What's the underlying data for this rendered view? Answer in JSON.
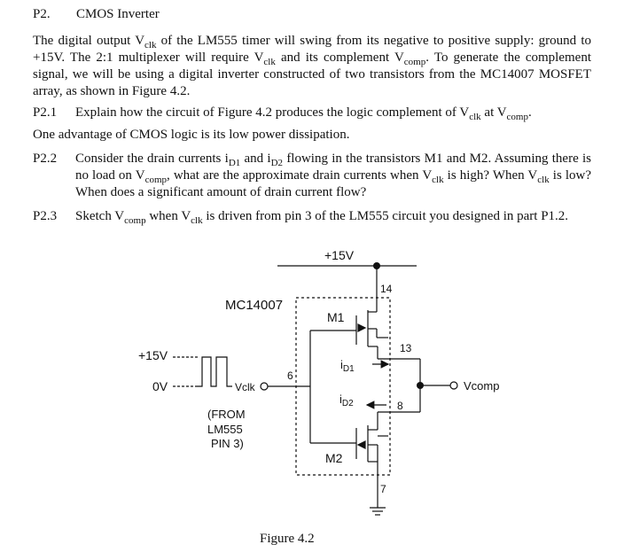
{
  "problem": {
    "number": "P2.",
    "title": "CMOS Inverter"
  },
  "intro": {
    "t1": "The digital output V",
    "s1": "clk",
    "t2": " of the LM555 timer will swing from its negative to positive supply: ground to +15V.  The 2:1 multiplexer will require V",
    "s2": "clk",
    "t3": " and its complement V",
    "s3": "comp",
    "t4": ".  To generate the complement signal, we will be using a digital inverter constructed of two transistors from the MC14007 MOSFET array, as shown in Figure 4.2."
  },
  "p21": {
    "number": "P2.1",
    "t1": "Explain how the circuit of Figure 4.2 produces the logic complement of V",
    "s1": "clk",
    "t2": " at V",
    "s2": "comp",
    "t3": "."
  },
  "note": "One advantage of CMOS logic is its low power dissipation.",
  "p22": {
    "number": "P2.2",
    "t1": "Consider the drain currents i",
    "s1": "D1",
    "t2": " and i",
    "s2": "D2",
    "t3": " flowing in the transistors M1 and M2.  Assuming there is no load on V",
    "s3": "comp",
    "t4": ", what are the approximate drain currents when V",
    "s4": "clk",
    "t5": " is high?  When V",
    "s5": "clk",
    "t6": " is low?  When does a significant amount of drain current flow?"
  },
  "p23": {
    "number": "P2.3",
    "t1": "Sketch V",
    "s1": "comp",
    "t2": " when V",
    "s2": "clk",
    "t3": " is driven from pin 3 of the LM555 circuit you designed in part P1.2."
  },
  "figure": {
    "supply": "+15V",
    "chip": "MC14007",
    "m1": "M1",
    "m2": "M2",
    "pin14": "14",
    "pin13": "13",
    "pin6": "6",
    "pin8": "8",
    "pin7": "7",
    "high": "+15V",
    "low": "0V",
    "vclk": "Vclk",
    "vcomp": "Vcomp",
    "id1_i": "i",
    "id1_s": "D1",
    "id2_i": "i",
    "id2_s": "D2",
    "from1": "(FROM",
    "from2": "LM555",
    "from3": "PIN 3)",
    "caption": "Figure 4.2"
  }
}
